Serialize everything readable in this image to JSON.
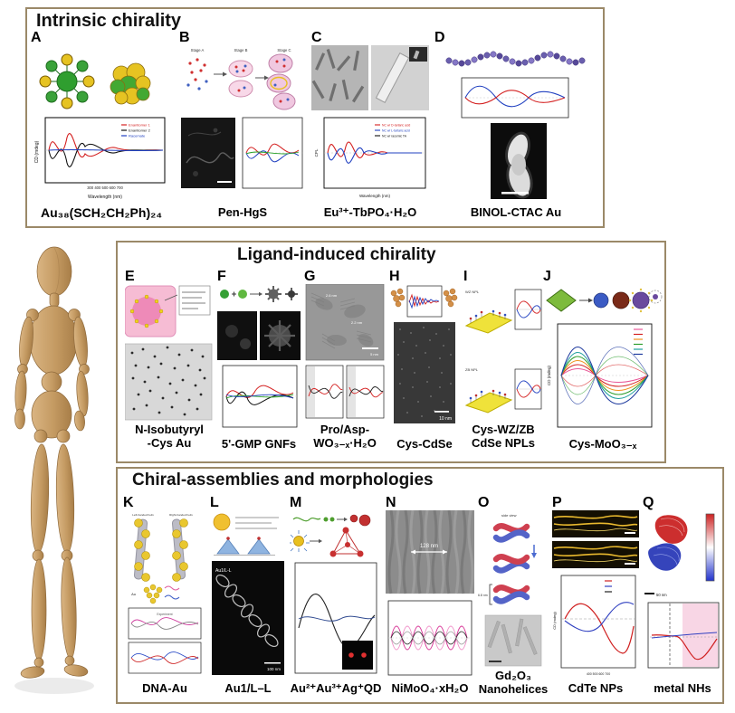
{
  "sections": {
    "intrinsic": {
      "title": "Intrinsic chirality"
    },
    "ligand": {
      "title": "Ligand-induced chirality"
    },
    "assembly": {
      "title": "Chiral-assemblies and morphologies"
    }
  },
  "panels": {
    "A": {
      "letter": "A",
      "caption": "Au₃₈(SCH₂CH₂Ph)₂₄",
      "plot": {
        "ylabel": "CD (mdeg)",
        "xlabel": "Wavelength (nm)",
        "xticks": "300   400   500   600   700",
        "legend": [
          "Enantiomer 1",
          "Enantiomer 2",
          "Racemate"
        ]
      }
    },
    "B": {
      "letter": "B",
      "caption": "Pen-HgS",
      "stages": [
        "Stage A",
        "Stage B",
        "Stage C"
      ]
    },
    "C": {
      "letter": "C",
      "caption": "Eu³⁺-TbPO₄·H₂O",
      "plot": {
        "ylabel": "CPL",
        "xlabel": "Wavelength (nm)",
        "legend": [
          "NC w/ D-tartaric acid",
          "NC w/ L-tartaric acid",
          "NC w/ racemic TA"
        ]
      }
    },
    "D": {
      "letter": "D",
      "caption": "BINOL-CTAC Au"
    },
    "E": {
      "letter": "E",
      "caption": "N-Isobutyryl\n-Cys Au"
    },
    "F": {
      "letter": "F",
      "caption": "5'-GMP GNFs"
    },
    "G": {
      "letter": "G",
      "caption": "Pro/Asp-\nWO₃₋ₓ·H₂O",
      "labels": {
        "d1": "2.6 nm",
        "d2": "2.2 nm",
        "scale": "5 nm"
      }
    },
    "H": {
      "letter": "H",
      "caption": "Cys-CdSe",
      "scale": "10 nm"
    },
    "I": {
      "letter": "I",
      "caption": "Cys-WZ/ZB\nCdSe NPLs",
      "labels": {
        "top": "WZ NPL",
        "bottom": "ZB NPL"
      }
    },
    "J": {
      "letter": "J",
      "caption": "Cys-MoO₃₋ₓ",
      "plot": {
        "ylabel": "CD (mdeg)"
      }
    },
    "K": {
      "letter": "K",
      "caption": "DNA-Au",
      "labels": {
        "left": "Left-handed helix",
        "right": "Right-handed helix",
        "au": "Au",
        "experiment": "Experiment"
      }
    },
    "L": {
      "letter": "L",
      "caption": "Au1/L–L",
      "tem_label": "Au1/L-L",
      "scale": "100 nm"
    },
    "M": {
      "letter": "M",
      "caption": "Au²⁺Au³⁺Ag⁺QD"
    },
    "N": {
      "letter": "N",
      "caption": "NiMoO₄·xH₂O",
      "measure": "128 nm"
    },
    "O": {
      "letter": "O",
      "caption": "Gd₂O₃\nNanohelices",
      "labels": {
        "view": "side view",
        "pitch": "6.8 nm"
      }
    },
    "P": {
      "letter": "P",
      "caption": "CdTe NPs",
      "plot": {
        "ylabel": "CD (mdeg)",
        "xticks": "400  500  600  700"
      }
    },
    "Q": {
      "letter": "Q",
      "caption": "metal NHs",
      "scale": "50 nm"
    }
  }
}
